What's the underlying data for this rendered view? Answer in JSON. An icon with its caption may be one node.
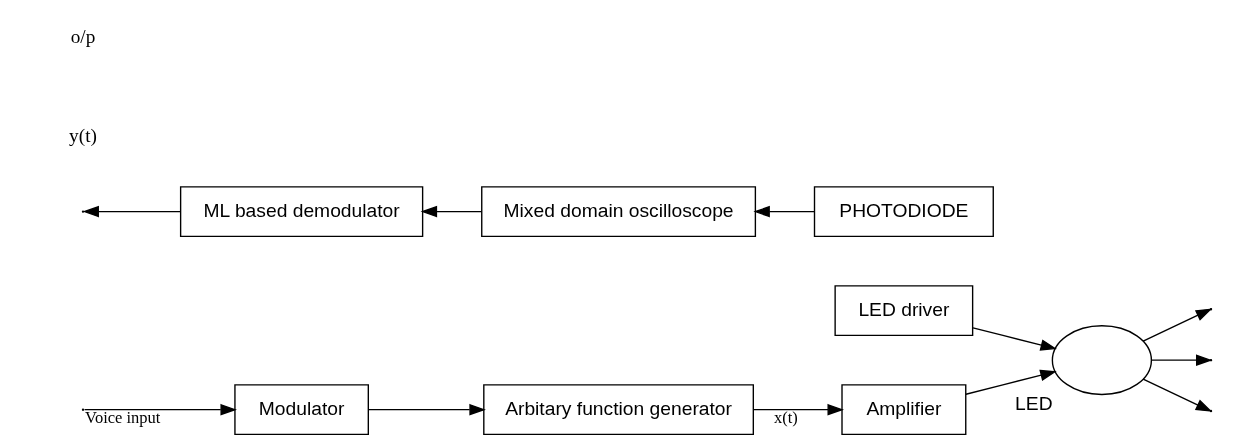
{
  "diagram": {
    "nodes": [
      {
        "text": [
          "Modulator"
        ]
      },
      {
        "text": [
          "Arbitary function generator"
        ]
      },
      {
        "text": [
          "Amplifier"
        ]
      },
      {
        "text": [
          "LED driver"
        ]
      },
      {
        "text": [],
        "shape": "ellipse",
        "beside": [
          "LED"
        ]
      },
      {
        "text": [
          "PHOTODIODE"
        ]
      },
      {
        "text": [
          "Mixed domain oscilloscope"
        ]
      },
      {
        "text": [
          "ML based demodulator"
        ]
      }
    ],
    "edges": [
      {
        "from": null,
        "to": 0,
        "arrow": "to",
        "label": "Voice input"
      },
      {
        "from": 0,
        "to": 1,
        "arrow": "to"
      },
      {
        "from": 1,
        "to": 2,
        "arrow": "to",
        "label": "x(t)"
      },
      {
        "from": 2,
        "to": 4,
        "arrow": "to"
      },
      {
        "from": 3,
        "to": 4,
        "arrow": "to"
      },
      {
        "from": 4,
        "to": null,
        "arrow": "to"
      },
      {
        "from": 4,
        "to": null,
        "arrow": "to"
      },
      {
        "from": 4,
        "to": null,
        "arrow": "to"
      },
      {
        "from": 5,
        "to": 6,
        "arrow": "to"
      },
      {
        "from": 6,
        "to": 7,
        "arrow": "to"
      },
      {
        "from": 7,
        "to": null,
        "arrow": "to"
      }
    ],
    "labels": [
      "y(t)",
      "o/p"
    ]
  }
}
